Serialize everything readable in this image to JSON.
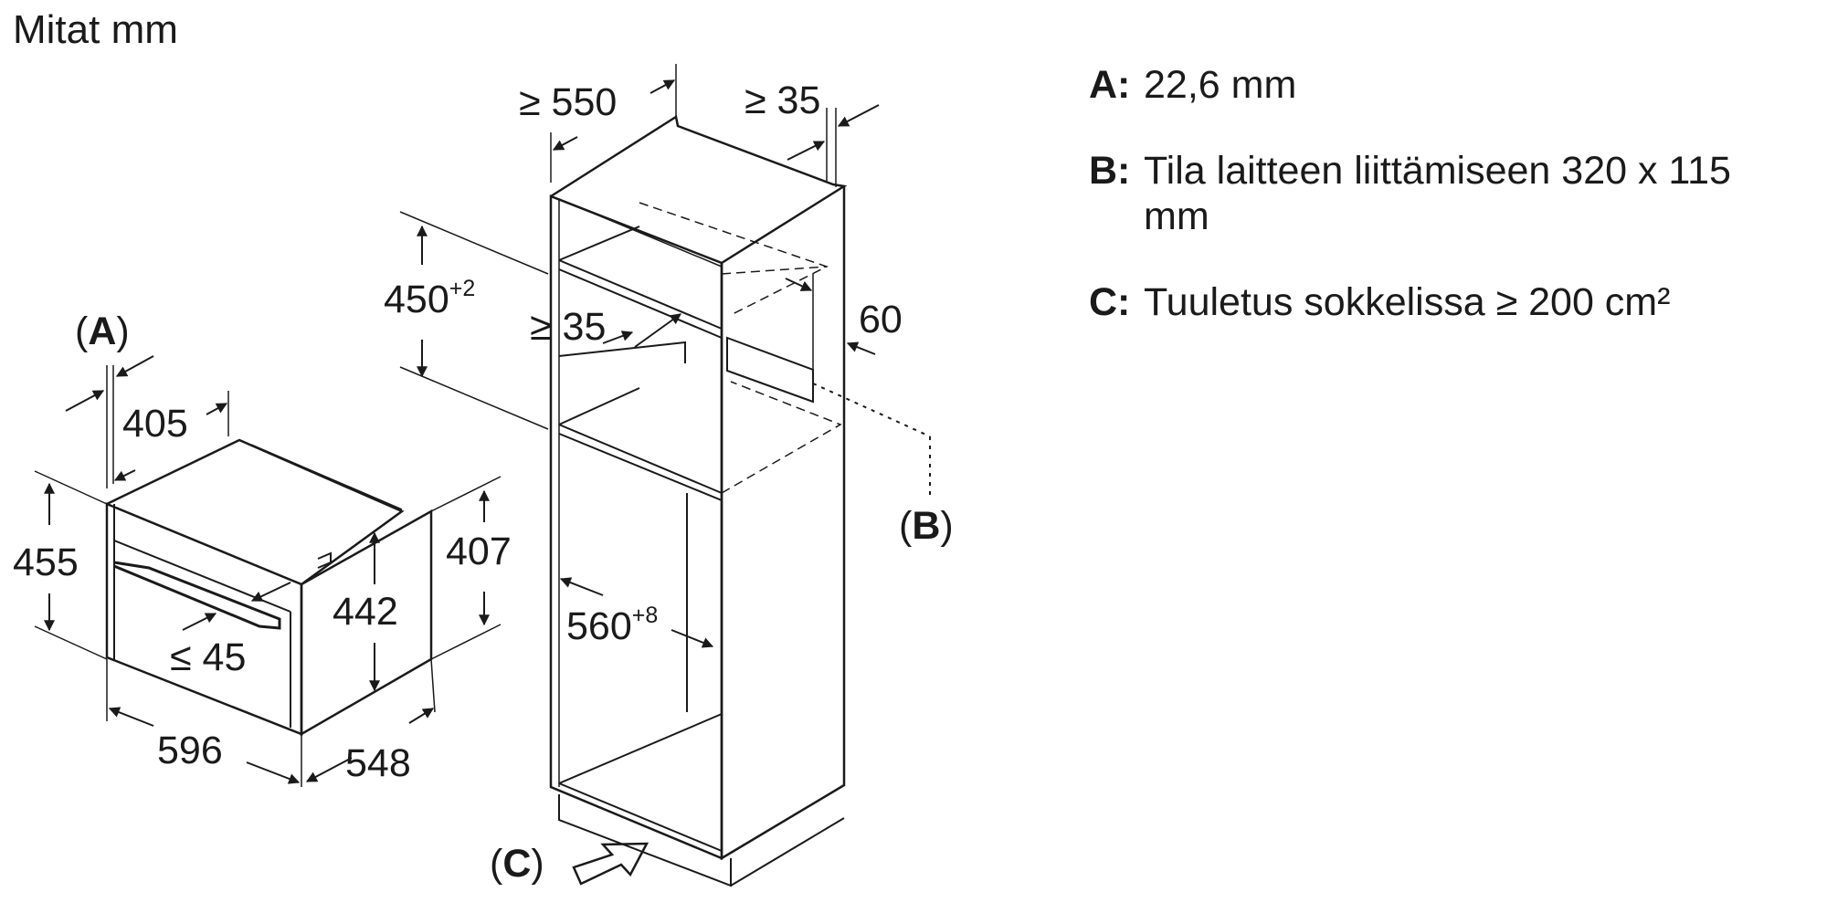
{
  "title": "Mitat mm",
  "legend": [
    {
      "key": "A:",
      "text": "22,6 mm"
    },
    {
      "key": "B:",
      "text": "Tila laitteen liittämiseen 320 x 115 mm"
    },
    {
      "key": "C:",
      "text": "Tuuletus sokkelissa ≥ 200 cm²"
    }
  ],
  "appliance": {
    "ref_open": "(",
    "ref_letter": "A",
    "ref_close": ")",
    "width": "596",
    "height": "455",
    "depth": "548",
    "inner_height": "442",
    "side_height": "407",
    "top_depth": "405",
    "handle_offset": "≤ 45"
  },
  "cabinet": {
    "depth": "≥ 550",
    "rear_gap": "≥ 35",
    "opening": "450",
    "opening_tol": "+2",
    "rear_opening": "≥ 35",
    "cutout": "60",
    "inner_width": "560",
    "inner_width_tol": "+8",
    "ref_b_open": "(",
    "ref_b": "B",
    "ref_b_close": ")",
    "ref_c_open": "(",
    "ref_c": "C",
    "ref_c_close": ")"
  },
  "colors": {
    "line": "#1a1a1a",
    "background": "#ffffff"
  }
}
